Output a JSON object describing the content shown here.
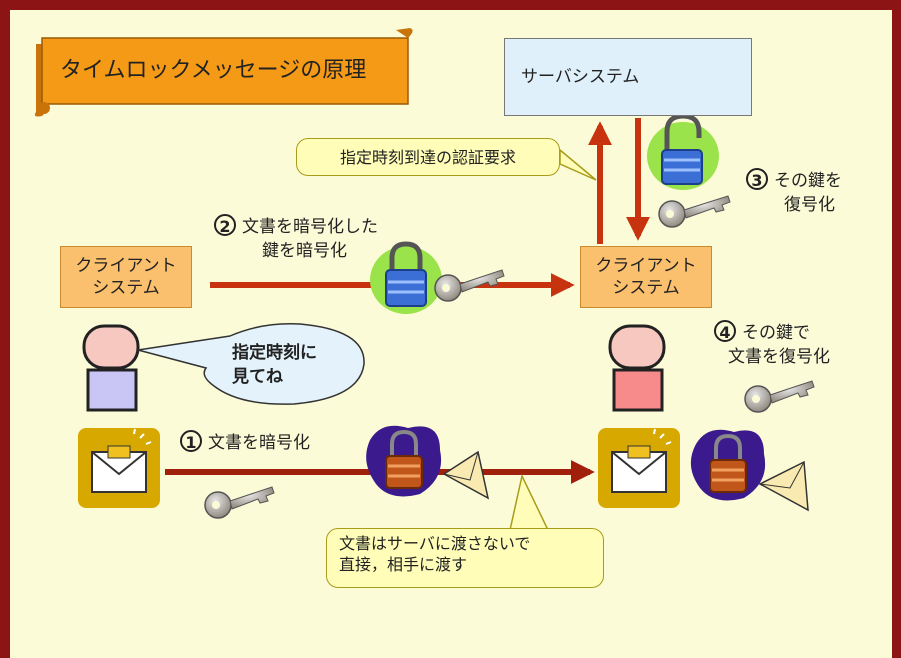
{
  "title": "タイムロックメッセージの原理",
  "server": {
    "label": "サーバシステム"
  },
  "client_left": {
    "line1": "クライアント",
    "line2": "システム"
  },
  "client_right": {
    "line1": "クライアント",
    "line2": "システム"
  },
  "request_callout": "指定時刻到達の認証要求",
  "steps": {
    "step1": {
      "num": "1",
      "text": "文書を暗号化"
    },
    "step2": {
      "num": "2",
      "line1": "文書を暗号化した",
      "line2": "鍵を暗号化"
    },
    "step3": {
      "num": "3",
      "line1": "その鍵を",
      "line2": "復号化"
    },
    "step4": {
      "num": "4",
      "line1": "その鍵で",
      "line2": "文書を復号化"
    }
  },
  "speech_bubble": {
    "line1": "指定時刻に",
    "line2": "見てね"
  },
  "direct_callout": {
    "line1": "文書はサーバに渡さないで",
    "line2": "直接，相手に渡す"
  },
  "colors": {
    "frame": "#8c1414",
    "background": "#fcfbd8",
    "arrow": "#c8330f",
    "client_box": "#fbc06d",
    "server_box": "#dff0fb",
    "title_scroll": "#f59a16"
  }
}
